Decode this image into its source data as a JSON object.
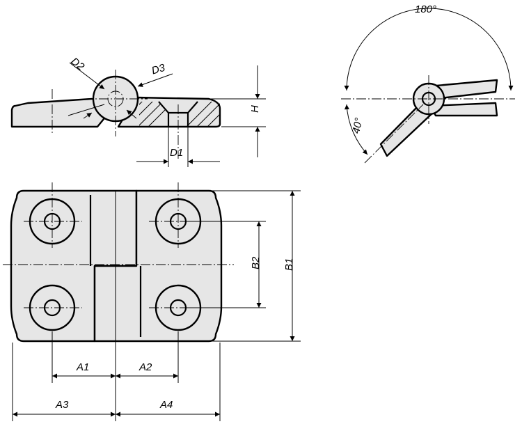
{
  "drawing": {
    "labels": {
      "d2": "D2",
      "d3": "D3",
      "d1": "D1",
      "h": "H",
      "b1": "B1",
      "b2": "B2",
      "a1": "A1",
      "a2": "A2",
      "a3": "A3",
      "a4": "A4",
      "angle_open": "180°",
      "angle_fold": "40°"
    }
  }
}
